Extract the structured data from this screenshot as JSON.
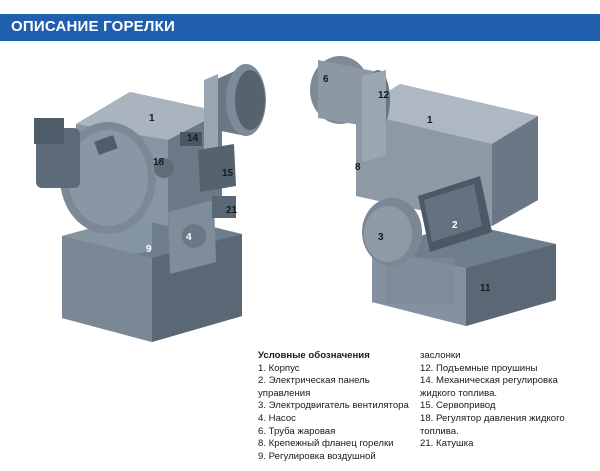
{
  "header": {
    "title": "ОПИСАНИЕ ГОРЕЛКИ"
  },
  "callouts": {
    "left": {
      "c1": "1",
      "c4": "4",
      "c9": "9",
      "c14": "14",
      "c15": "15",
      "c18": "18",
      "c21": "21"
    },
    "right": {
      "c1": "1",
      "c2": "2",
      "c3": "3",
      "c6": "6",
      "c8": "8",
      "c11": "11",
      "c12": "12"
    }
  },
  "legend": {
    "title": "Условные обозначения",
    "left_lines": [
      "1. Корпус",
      "2. Электрическая панель",
      "управления",
      "3. Электродвигатель вентилятора",
      "4. Насос",
      "6. Труба жаровая",
      "8. Крепежный фланец горелки",
      "9. Регулировка воздушной"
    ],
    "right_lines": [
      "заслонки",
      "12. Подъемные проушины",
      "14. Механическая регулировка",
      "жидкого топлива.",
      "15. Сервопривод",
      "18. Регулятор давления жидкого",
      "топлива.",
      "21. Катушка"
    ]
  }
}
